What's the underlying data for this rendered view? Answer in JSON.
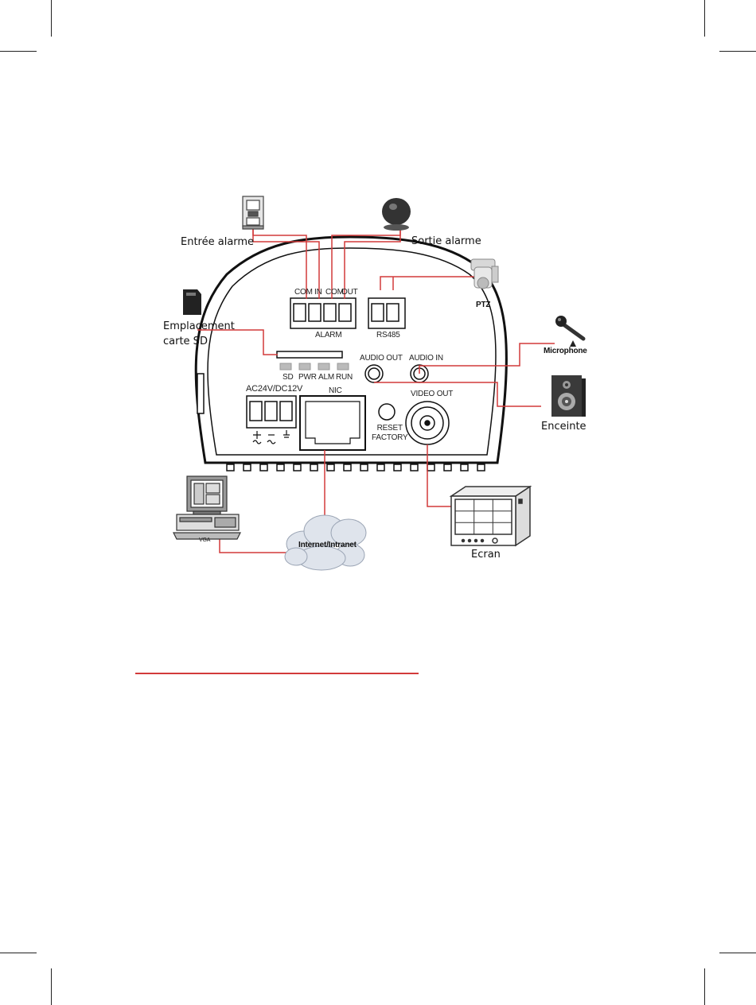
{
  "labels": {
    "alarm_in": "Entrée alarme",
    "alarm_out": "Sortie alarme",
    "sd_slot": "Emplacement\ncarte SD",
    "ptz": "PTZ",
    "microphone": "Microphone",
    "speaker": "Enceinte",
    "screen": "Ecran",
    "internet": "Internet/Intranet",
    "vga": "VGA"
  },
  "device": {
    "alarm_terminals": [
      "COM",
      "IN",
      "COM",
      "OUT"
    ],
    "alarm": "ALARM",
    "rs485": "RS485",
    "leds": [
      "SD",
      "PWR",
      "ALM",
      "RUN"
    ],
    "audio_out": "AUDIO OUT",
    "audio_in": "AUDIO IN",
    "power": "AC24V/DC12V",
    "nic": "NIC",
    "video_out": "VIDEO  OUT",
    "reset": "RESET\nFACTORY"
  },
  "colors": {
    "wire": "#d23a3a",
    "outline": "#111111",
    "crop_marks": "#222222"
  }
}
